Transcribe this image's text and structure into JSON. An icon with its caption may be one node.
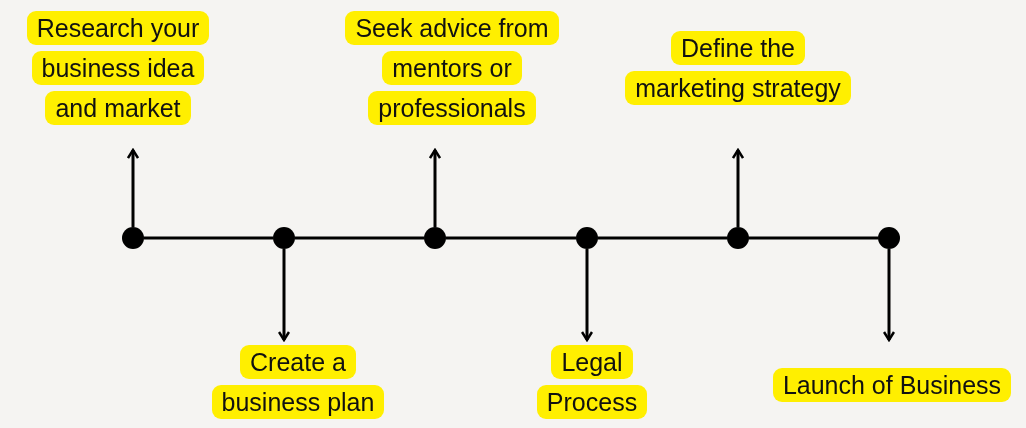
{
  "diagram": {
    "nodes": [
      {
        "text": [
          "Research your business idea and market"
        ]
      },
      {
        "text": [
          "Create a business plan"
        ]
      },
      {
        "text": [
          "Seek advice from mentors or professionals"
        ]
      },
      {
        "text": [
          "Legal Process"
        ]
      },
      {
        "text": [
          "Define the marketing strategy"
        ]
      },
      {
        "text": [
          "Launch of Business"
        ]
      },
      {
        "text": [],
        "shape": "circle"
      },
      {
        "text": [],
        "shape": "circle"
      },
      {
        "text": [],
        "shape": "circle"
      },
      {
        "text": [],
        "shape": "circle"
      },
      {
        "text": [],
        "shape": "circle"
      },
      {
        "text": [],
        "shape": "circle"
      }
    ],
    "edges": [
      {
        "from": 6,
        "to": 0,
        "arrow": "to"
      },
      {
        "from": 7,
        "to": 1,
        "arrow": "to"
      },
      {
        "from": 8,
        "to": 2,
        "arrow": "to"
      },
      {
        "from": 9,
        "to": 3,
        "arrow": "to"
      },
      {
        "from": 10,
        "to": 4,
        "arrow": "to"
      },
      {
        "from": 11,
        "to": 5,
        "arrow": "to"
      },
      {
        "from": 6,
        "to": 7,
        "arrow": "none"
      },
      {
        "from": 7,
        "to": 8,
        "arrow": "none"
      },
      {
        "from": 8,
        "to": 9,
        "arrow": "none"
      },
      {
        "from": 9,
        "to": 10,
        "arrow": "none"
      },
      {
        "from": 10,
        "to": 11,
        "arrow": "none"
      }
    ]
  }
}
